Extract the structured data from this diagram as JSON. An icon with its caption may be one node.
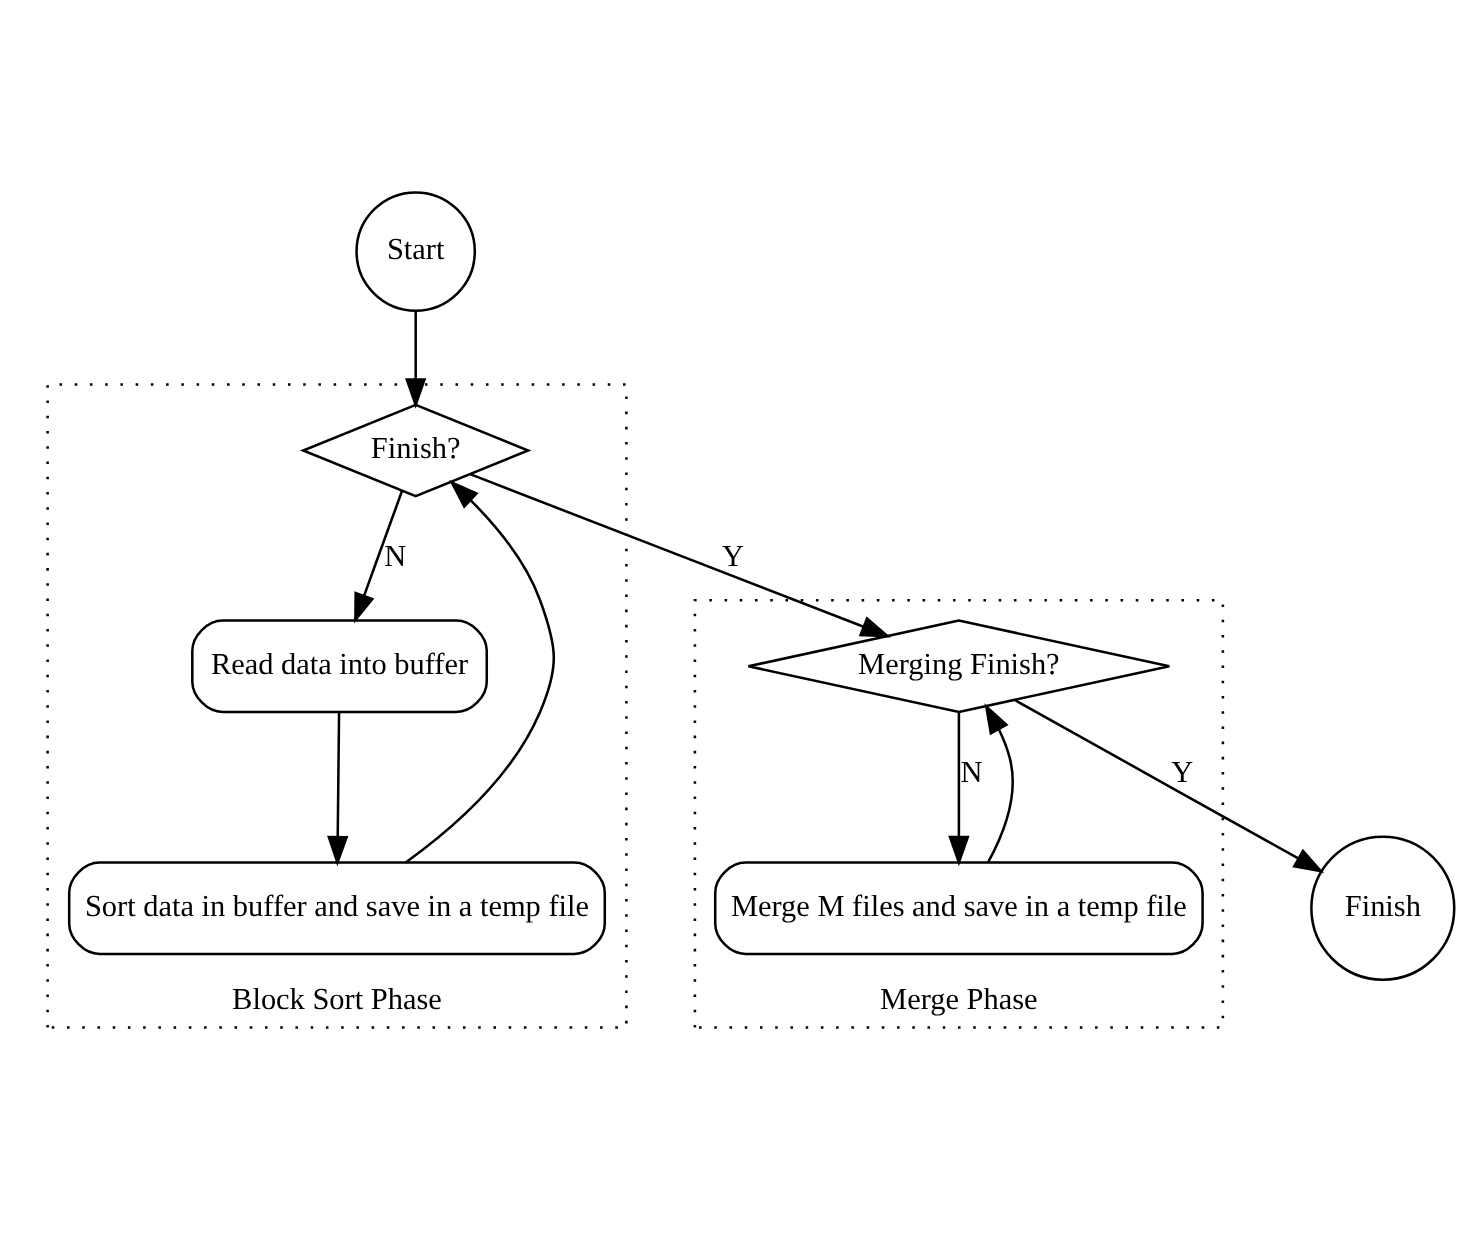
{
  "diagram": {
    "nodes": [
      {
        "text": [
          "Start"
        ]
      },
      {
        "text": [
          "Block Sort Phase"
        ]
      },
      {
        "text": [
          "Finish?"
        ],
        "in": 1
      },
      {
        "text": [
          "Read data into buffer"
        ],
        "in": 1
      },
      {
        "text": [
          "Sort data in buffer and save in a temp file"
        ],
        "in": 1
      },
      {
        "text": [
          "Merge Phase"
        ]
      },
      {
        "text": [
          "Merging Finish?"
        ],
        "in": 5
      },
      {
        "text": [
          "Merge M files and save in a temp file"
        ],
        "in": 5
      },
      {
        "text": [
          "Finish"
        ]
      }
    ],
    "edges": [
      {
        "from": 0,
        "to": 2,
        "arrow": "to"
      },
      {
        "from": 2,
        "to": 6,
        "arrow": "to",
        "label": "Y"
      },
      {
        "from": 2,
        "to": 3,
        "arrow": "to",
        "label": "N"
      },
      {
        "from": 3,
        "to": 4,
        "arrow": "to"
      },
      {
        "from": 4,
        "to": 2,
        "arrow": "to"
      },
      {
        "from": 6,
        "to": 8,
        "arrow": "to",
        "label": "Y"
      },
      {
        "from": 6,
        "to": 7,
        "arrow": "to",
        "label": "N"
      },
      {
        "from": 7,
        "to": 6,
        "arrow": "to"
      }
    ]
  }
}
